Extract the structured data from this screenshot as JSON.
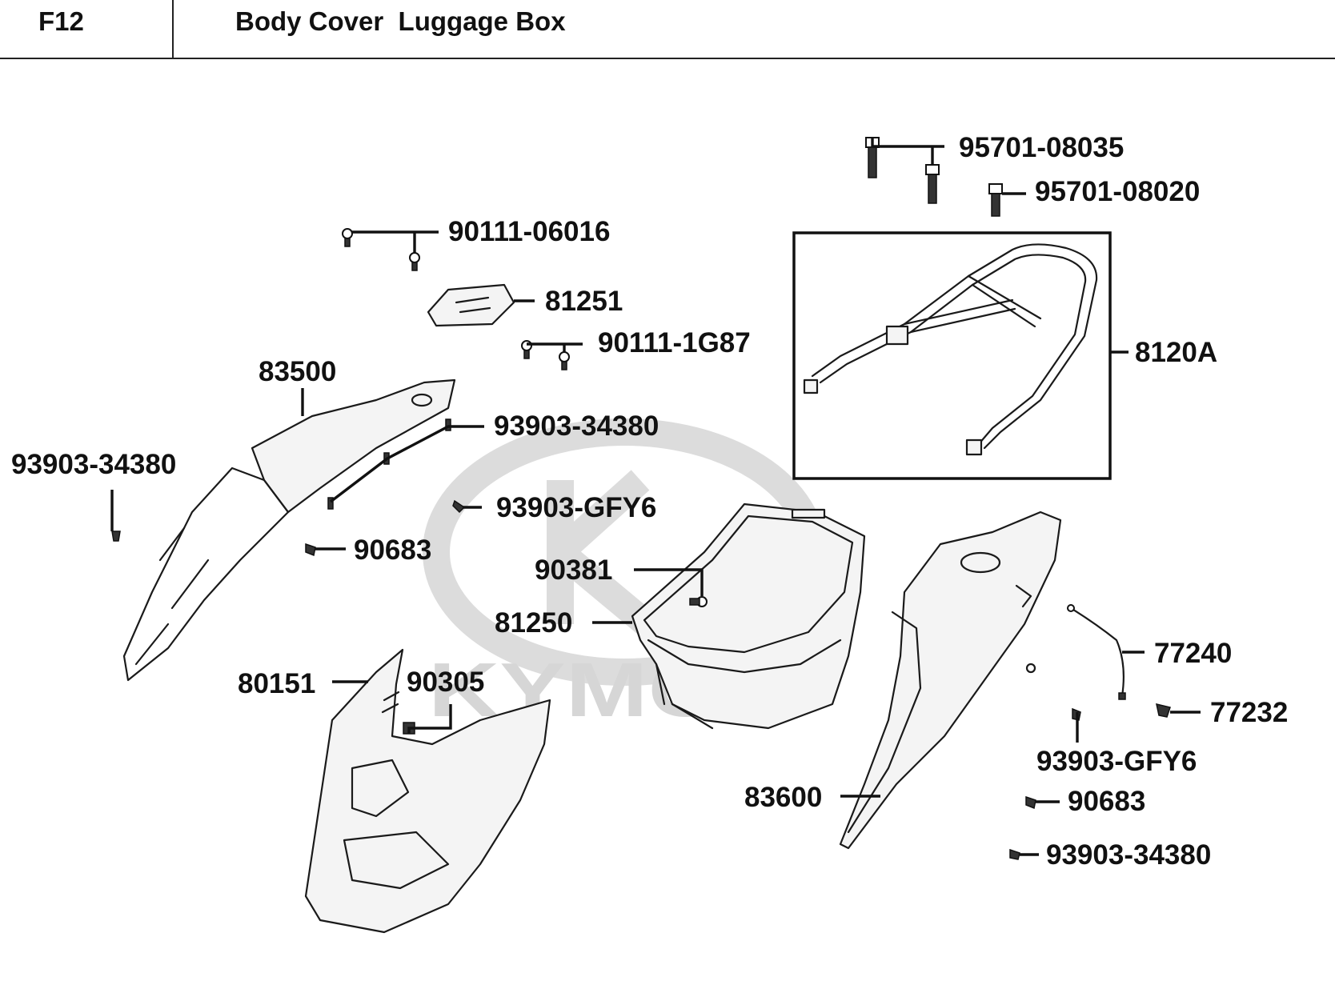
{
  "header": {
    "code": "F12",
    "title": "Body Cover  Luggage Box"
  },
  "watermark": {
    "text": "KYMCO"
  },
  "callouts": [
    {
      "id": "95701-08035-top",
      "label": "95701-08035"
    },
    {
      "id": "95701-08020",
      "label": "95701-08020"
    },
    {
      "id": "90111-06016",
      "label": "90111-06016"
    },
    {
      "id": "81251",
      "label": "81251"
    },
    {
      "id": "90111-1G87",
      "label": "90111-1G87"
    },
    {
      "id": "8120A",
      "label": "8120A"
    },
    {
      "id": "83500",
      "label": "83500"
    },
    {
      "id": "93903-34380-mid",
      "label": "93903-34380"
    },
    {
      "id": "93903-34380-left",
      "label": "93903-34380"
    },
    {
      "id": "93903-GFY6-mid",
      "label": "93903-GFY6"
    },
    {
      "id": "90683-left",
      "label": "90683"
    },
    {
      "id": "90381",
      "label": "90381"
    },
    {
      "id": "81250",
      "label": "81250"
    },
    {
      "id": "77240",
      "label": "77240"
    },
    {
      "id": "77232",
      "label": "77232"
    },
    {
      "id": "80151",
      "label": "80151"
    },
    {
      "id": "90305",
      "label": "90305"
    },
    {
      "id": "93903-GFY6-right",
      "label": "93903-GFY6"
    },
    {
      "id": "83600",
      "label": "83600"
    },
    {
      "id": "90683-right",
      "label": "90683"
    },
    {
      "id": "93903-34380-right",
      "label": "93903-34380"
    }
  ]
}
